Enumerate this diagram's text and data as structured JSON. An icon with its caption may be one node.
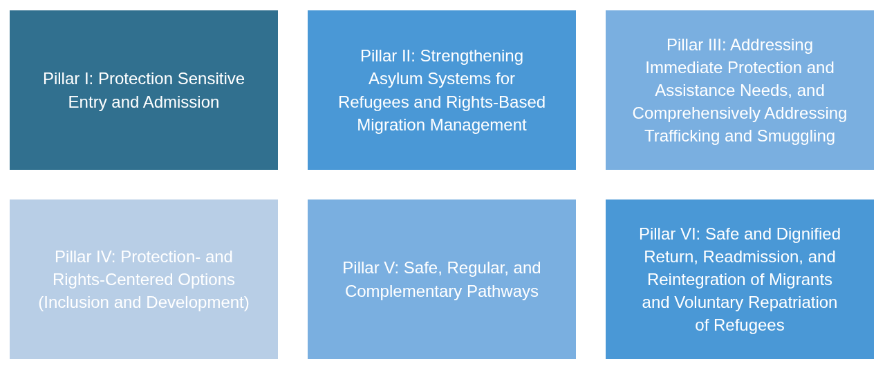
{
  "diagram": {
    "nodes": [
      {
        "text": [
          "Pillar I: Protection Sensitive Entry and Admission"
        ]
      },
      {
        "text": [
          "Pillar II: Strengthening Asylum Systems for Refugees and Rights-Based Migration Management"
        ]
      },
      {
        "text": [
          "Pillar III: Addressing Immediate Protection and Assistance Needs, and Comprehensively Addressing Trafficking and Smuggling"
        ]
      },
      {
        "text": [
          "Pillar IV: Protection- and Rights-Centered Options (Inclusion and Development)"
        ]
      },
      {
        "text": [
          "Pillar V: Safe, Regular, and Complementary Pathways"
        ]
      },
      {
        "text": [
          "Pillar VI: Safe and Dignified Return, Readmission, and Reintegration of Migrants and Voluntary Repatriation of Refugees"
        ]
      }
    ]
  }
}
